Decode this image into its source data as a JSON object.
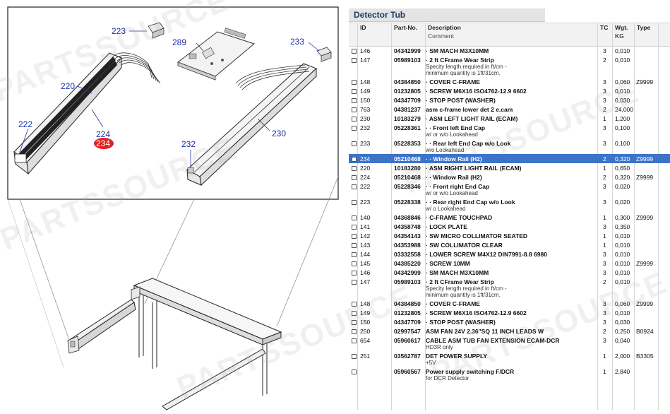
{
  "panel": {
    "title": "Detector Tub",
    "headers": {
      "id": "ID",
      "part_no": "Part-No.",
      "description": "Description",
      "comment": "Comment",
      "tc": "TC",
      "wgt": "Wgt.",
      "kg": "KG",
      "type": "Type"
    }
  },
  "rows": [
    {
      "id": "146",
      "part": "04342999",
      "desc": "· SM MACH M3X10MM",
      "tc": "3",
      "wgt": "0,010",
      "type": "",
      "h": 13
    },
    {
      "id": "147",
      "part": "05989103",
      "desc": "· 2 ft CFrame Wear Strip",
      "note": "Specity length required in ft/cm -\nminimum quantity is 1ft/31cm.",
      "tc": "2",
      "wgt": "0,010",
      "type": "",
      "h": 31
    },
    {
      "id": "148",
      "part": "04384850",
      "desc": "· COVER C-FRAME",
      "tc": "3",
      "wgt": "0,060",
      "type": "Z9999",
      "h": 13
    },
    {
      "id": "149",
      "part": "01232805",
      "desc": "· SCREW M6X16 ISO4762-12.9 6602",
      "tc": "3",
      "wgt": "0,010",
      "type": "",
      "h": 13
    },
    {
      "id": "150",
      "part": "04347709",
      "desc": "· STOP POST (WASHER)",
      "tc": "3",
      "wgt": "0,030",
      "type": "",
      "h": 13
    },
    {
      "id": "763",
      "part": "04381237",
      "desc": "asm c-frame lower det 2 e.cam",
      "tc": "2",
      "wgt": "24,000",
      "type": "",
      "h": 13
    },
    {
      "id": "230",
      "part": "10183279",
      "desc": "· ASM LEFT LIGHT RAIL (ECAM)",
      "tc": "1",
      "wgt": "1,200",
      "type": "",
      "h": 13
    },
    {
      "id": "232",
      "part": "05228361",
      "desc": "· · Front left End Cap",
      "note": "w/ or w/o Lookahead",
      "tc": "3",
      "wgt": "0,100",
      "type": "",
      "h": 22
    },
    {
      "id": "233",
      "part": "05228353",
      "desc": "· · Rear left End Cap w/o Look",
      "note": "w/o Lookahead",
      "tc": "3",
      "wgt": "0,100",
      "type": "",
      "h": 22
    },
    {
      "id": "234",
      "part": "05210468",
      "desc": "· · Window Rail (H2)",
      "tc": "2",
      "wgt": "0,320",
      "type": "Z9999",
      "h": 13,
      "selected": true
    },
    {
      "id": "220",
      "part": "10183280",
      "desc": "· ASM RIGHT LIGHT RAIL (ECAM)",
      "tc": "1",
      "wgt": "0,650",
      "type": "",
      "h": 13
    },
    {
      "id": "224",
      "part": "05210468",
      "desc": "· · Window Rail (H2)",
      "tc": "2",
      "wgt": "0,320",
      "type": "Z9999",
      "h": 13
    },
    {
      "id": "222",
      "part": "05228346",
      "desc": "· · Front right End Cap",
      "note": "w/ or w/o Lookahead",
      "tc": "3",
      "wgt": "0,020",
      "type": "",
      "h": 22
    },
    {
      "id": "223",
      "part": "05228338",
      "desc": "· · Rear right End Cap w/o Look",
      "note": "w/ o Lookahead",
      "tc": "3",
      "wgt": "0,020",
      "type": "",
      "h": 22
    },
    {
      "id": "140",
      "part": "04368846",
      "desc": "· C-FRAME TOUCHPAD",
      "tc": "1",
      "wgt": "0,300",
      "type": "Z9999",
      "h": 13
    },
    {
      "id": "141",
      "part": "04358748",
      "desc": "· LOCK PLATE",
      "tc": "3",
      "wgt": "0,350",
      "type": "",
      "h": 13
    },
    {
      "id": "142",
      "part": "04354143",
      "desc": "· SW MICRO COLLIMATOR SEATED",
      "tc": "1",
      "wgt": "0,010",
      "type": "",
      "h": 13
    },
    {
      "id": "143",
      "part": "04353988",
      "desc": "· SW COLLIMATOR CLEAR",
      "tc": "1",
      "wgt": "0,010",
      "type": "",
      "h": 13
    },
    {
      "id": "144",
      "part": "03332558",
      "desc": "· LOWER SCREW M4X12 DIN7991-8.8 6980",
      "tc": "3",
      "wgt": "0,010",
      "type": "",
      "h": 13
    },
    {
      "id": "145",
      "part": "04385220",
      "desc": "· SCREW 10MM",
      "tc": "3",
      "wgt": "0,010",
      "type": "Z9999",
      "h": 13
    },
    {
      "id": "146",
      "part": "04342999",
      "desc": "· SM MACH M3X10MM",
      "tc": "3",
      "wgt": "0,010",
      "type": "",
      "h": 13
    },
    {
      "id": "147",
      "part": "05989103",
      "desc": "· 2 ft CFrame Wear Strip",
      "note": "Specity length required in ft/cm -\nminimum quantity is 1ft/31cm.",
      "tc": "2",
      "wgt": "0,010",
      "type": "",
      "h": 31
    },
    {
      "id": "148",
      "part": "04384850",
      "desc": "· COVER C-FRAME",
      "tc": "3",
      "wgt": "0,060",
      "type": "Z9999",
      "h": 13
    },
    {
      "id": "149",
      "part": "01232805",
      "desc": "· SCREW M6X16 ISO4762-12.9 6602",
      "tc": "3",
      "wgt": "0,010",
      "type": "",
      "h": 13
    },
    {
      "id": "150",
      "part": "04347709",
      "desc": "· STOP POST (WASHER)",
      "tc": "3",
      "wgt": "0,030",
      "type": "",
      "h": 13
    },
    {
      "id": "250",
      "part": "02997547",
      "desc": "ASM FAN 24V 2.36\"SQ 11 INCH LEADS W",
      "tc": "2",
      "wgt": "0,250",
      "type": "B0924",
      "h": 13
    },
    {
      "id": "654",
      "part": "05960617",
      "desc": "CABLE ASM TUB FAN EXTENSION ECAM-DCR",
      "note": "HD3R only",
      "tc": "3",
      "wgt": "0,040",
      "type": "",
      "h": 22
    },
    {
      "id": "251",
      "part": "03562787",
      "desc": "DET POWER SUPPLY",
      "note": "+5V",
      "tc": "1",
      "wgt": "2,000",
      "type": "B3305",
      "h": 22
    },
    {
      "id": "",
      "part": "05960567",
      "desc": "Power supply switching F/DCR",
      "note": "for DCR Detector",
      "tc": "1",
      "wgt": "2,840",
      "type": "",
      "h": 22
    }
  ],
  "callouts": {
    "c223": "223",
    "c289": "289",
    "c233": "233",
    "c220": "220",
    "c222": "222",
    "c224": "224",
    "c234": "234",
    "c230": "230",
    "c232": "232"
  },
  "watermark": "PARTSSOURCE"
}
